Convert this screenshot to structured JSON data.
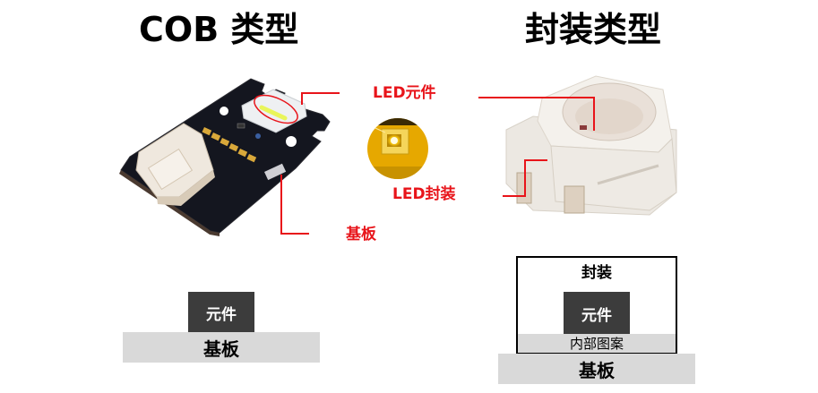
{
  "titles": {
    "cob": "COB 类型",
    "package": "封装类型"
  },
  "callouts": {
    "led_component": "LED元件",
    "led_package": "LED封装",
    "substrate": "基板"
  },
  "cob_diagram": {
    "component": "元件",
    "substrate": "基板"
  },
  "package_diagram": {
    "package": "封装",
    "component": "元件",
    "internal_pattern": "内部图案",
    "substrate": "基板"
  },
  "colors": {
    "callout_red": "#e8141a",
    "component_dark": "#3c3c3c",
    "substrate_gray": "#d9d9d9",
    "pcb_black": "#14161f",
    "led_yellow": "#f4c20d"
  }
}
